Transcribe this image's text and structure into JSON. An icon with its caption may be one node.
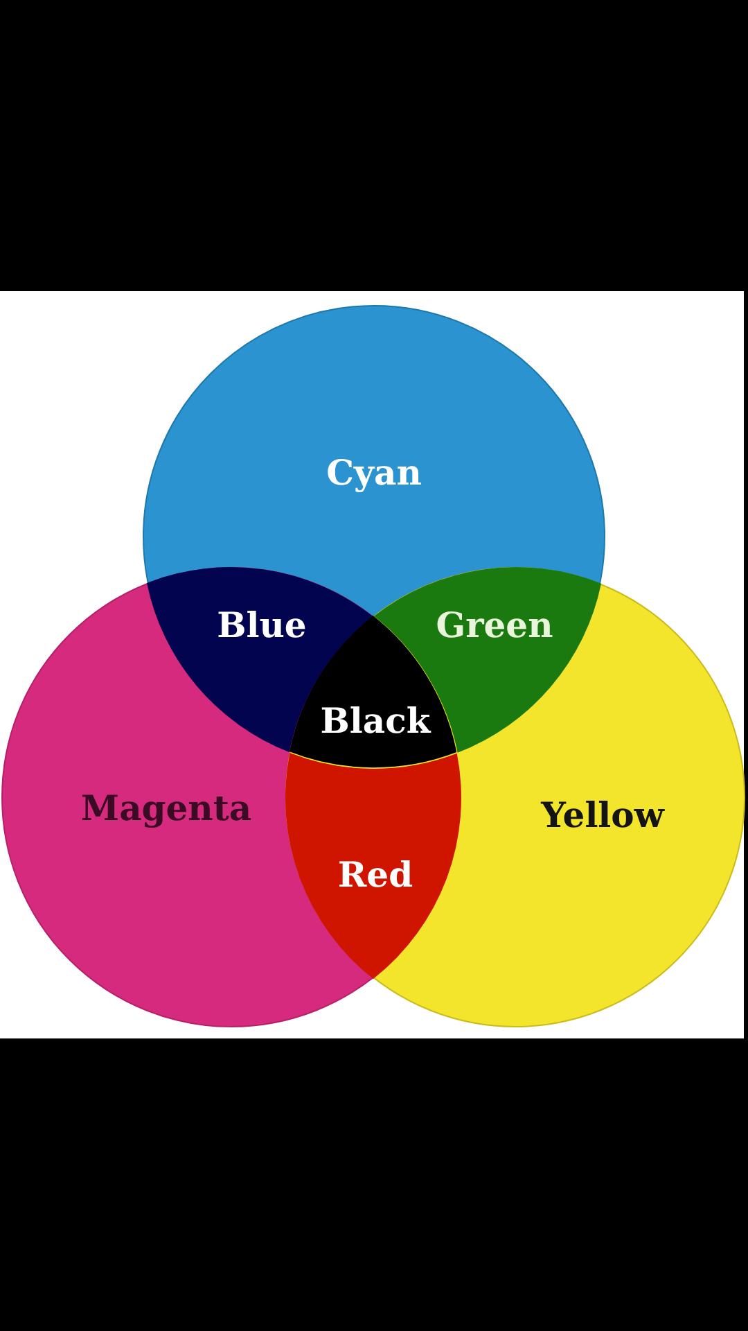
{
  "diagram": {
    "nodes": [
      {
        "text": [
          "Cyan"
        ]
      },
      {
        "text": [
          "Blue"
        ]
      },
      {
        "text": [
          "Green"
        ]
      },
      {
        "text": [
          "Black"
        ]
      },
      {
        "text": [
          "Magenta"
        ]
      },
      {
        "text": [
          "Yellow"
        ]
      },
      {
        "text": [
          "Red"
        ]
      }
    ]
  }
}
